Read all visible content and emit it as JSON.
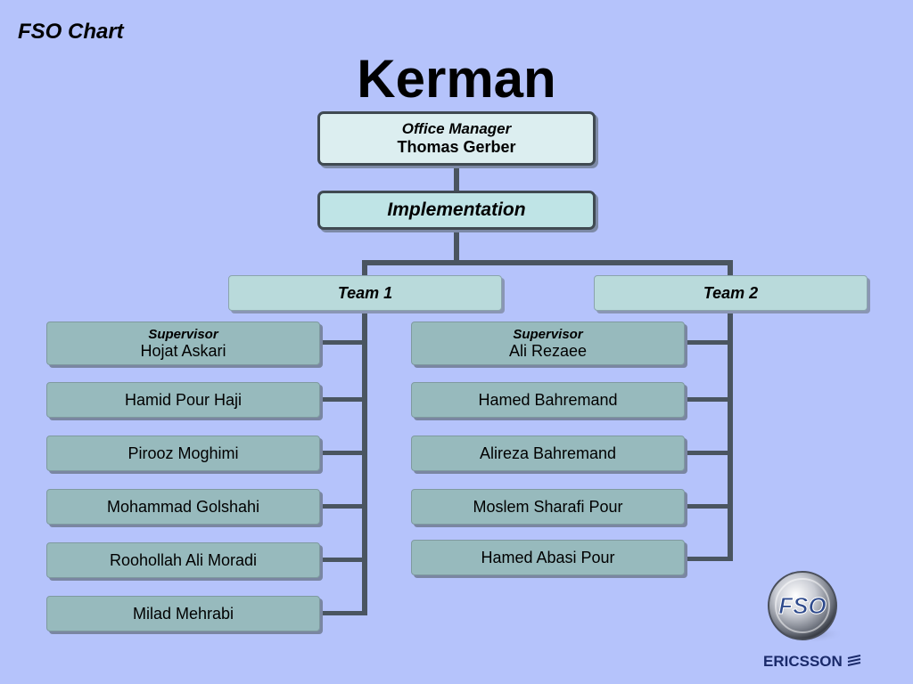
{
  "corner_title": "FSO Chart",
  "title": "Kerman",
  "office_manager": {
    "role": "Office Manager",
    "name": "Thomas Gerber"
  },
  "department": "Implementation",
  "teams": [
    {
      "label": "Team 1",
      "supervisor_role": "Supervisor",
      "supervisor_name": "Hojat Askari",
      "members": [
        "Hamid Pour Haji",
        "Pirooz Moghimi",
        "Mohammad Golshahi",
        "Roohollah Ali Moradi",
        "Milad Mehrabi"
      ]
    },
    {
      "label": "Team 2",
      "supervisor_role": "Supervisor",
      "supervisor_name": "Ali Rezaee",
      "members": [
        "Hamed Bahremand",
        "Alireza Bahremand",
        "Moslem Sharafi Pour",
        "Hamed Abasi Pour"
      ]
    }
  ],
  "logo": {
    "text": "FSO",
    "icon": "fso-globe-logo"
  },
  "brand": "ERICSSON",
  "colors": {
    "background": "#b5c3fb",
    "connector": "#4a5560",
    "member_box": "#97babd",
    "team_box": "#b9dadb"
  }
}
